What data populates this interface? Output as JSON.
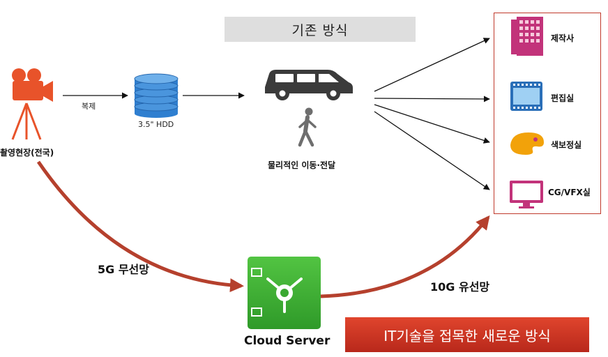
{
  "banners": {
    "legacy": "기존 방식",
    "new": "IT기술을 접목한 새로운 방식"
  },
  "nodes": {
    "camera": {
      "label": "촬영현장(전국)",
      "icon": "movie-camera-icon"
    },
    "hdd": {
      "label": "3.5\" HDD",
      "icon": "database-stack-icon"
    },
    "transport": {
      "label": "물리적인 이동·전달",
      "icons": [
        "car-icon",
        "walking-person-icon"
      ]
    },
    "cloud": {
      "label": "Cloud Server",
      "icon": "cloud-server-icon"
    }
  },
  "edges": {
    "copy": "복제",
    "wireless": "5G 무선망",
    "wired": "10G 유선망"
  },
  "destinations": [
    {
      "label": "제작사",
      "icon": "building-icon"
    },
    {
      "label": "편집실",
      "icon": "film-strip-icon"
    },
    {
      "label": "색보정실",
      "icon": "color-palette-icon"
    },
    {
      "label": "CG/VFX실",
      "icon": "monitor-icon"
    }
  ],
  "colors": {
    "accent_red": "#c0392b",
    "camera_orange": "#e8532a",
    "hdd_blue": "#2f7fd0",
    "cloud_green": "#3aa832",
    "building_pink": "#c2337a",
    "palette_orange": "#f2a20a"
  }
}
